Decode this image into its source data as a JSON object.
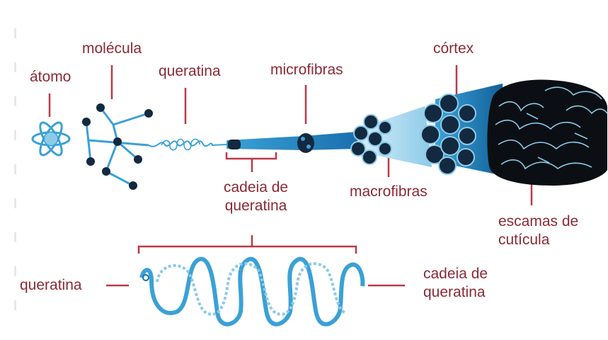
{
  "colors": {
    "label": "#8b2a36",
    "leader": "#b83a48",
    "blue_light": "#8ccbe8",
    "blue_mid": "#3aa1d6",
    "blue_dark": "#1a6fae",
    "navy": "#12293f",
    "black": "#0b0f14"
  },
  "labels": {
    "atomo": "átomo",
    "molecula": "molécula",
    "queratina_top": "queratina",
    "microfibras": "microfibras",
    "cortex": "córtex",
    "cadeia_mid_1": "cadeia de",
    "cadeia_mid_2": "queratina",
    "macrofibras": "macrofibras",
    "escamas_1": "escamas de",
    "escamas_2": "cutícula",
    "queratina_bottom": "queratina",
    "cadeia_right_1": "cadeia de",
    "cadeia_right_2": "queratina"
  },
  "icons": [
    "atom-icon",
    "molecule-icon",
    "keratin-coil-icon",
    "microfibril-icon",
    "macrofibril-icon",
    "cortex-icon",
    "cuticle-scales-icon",
    "helix-icon"
  ]
}
